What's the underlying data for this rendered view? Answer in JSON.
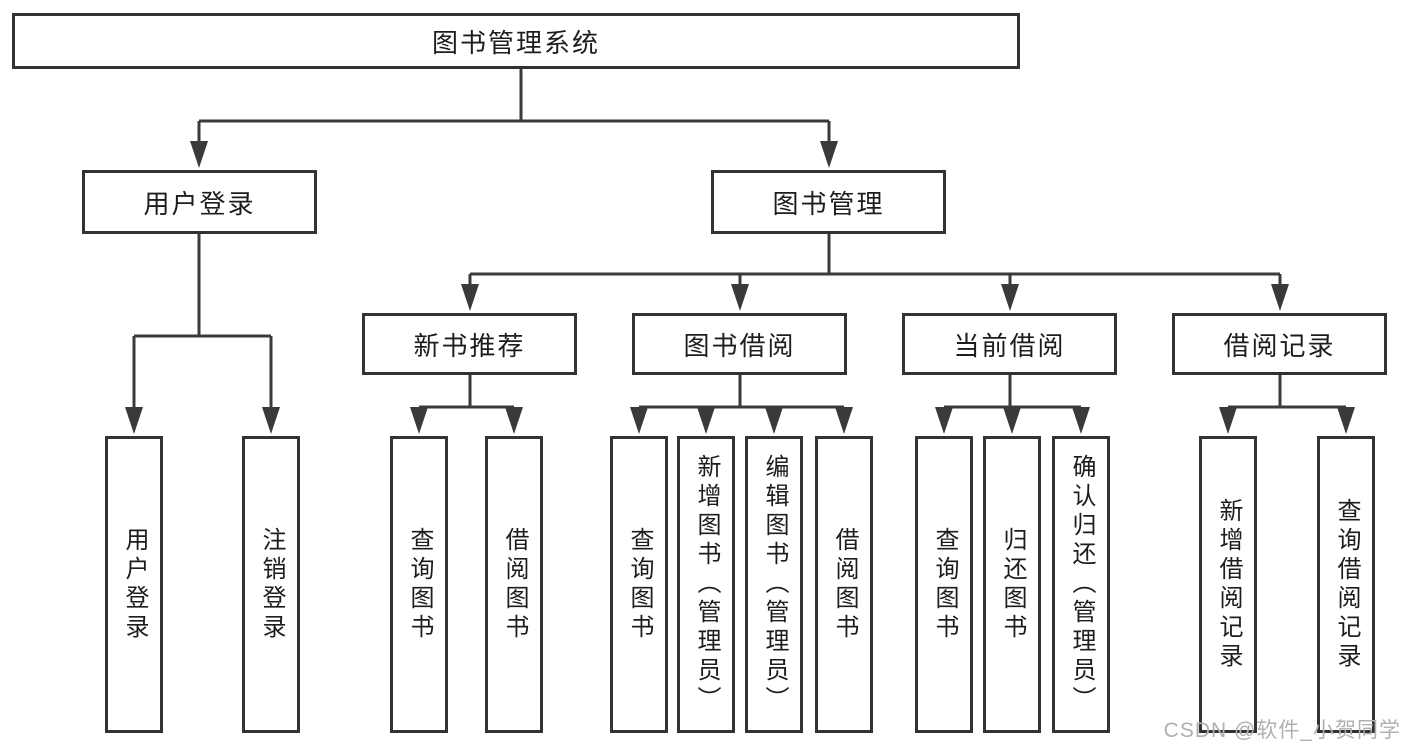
{
  "diagram": {
    "tree": {
      "root": {
        "label": "图书管理系统"
      },
      "children": [
        {
          "label": "用户登录",
          "children": [
            {
              "label": "用户登录"
            },
            {
              "label": "注销登录"
            }
          ]
        },
        {
          "label": "图书管理",
          "children": [
            {
              "label": "新书推荐",
              "children": [
                {
                  "label": "查询图书"
                },
                {
                  "label": "借阅图书"
                }
              ]
            },
            {
              "label": "图书借阅",
              "children": [
                {
                  "label": "查询图书"
                },
                {
                  "label": "新增图书（管理员）"
                },
                {
                  "label": "编辑图书（管理员）"
                },
                {
                  "label": "借阅图书"
                }
              ]
            },
            {
              "label": "当前借阅",
              "children": [
                {
                  "label": "查询图书"
                },
                {
                  "label": "归还图书"
                },
                {
                  "label": "确认归还（管理员）"
                }
              ]
            },
            {
              "label": "借阅记录",
              "children": [
                {
                  "label": "新增借阅记录"
                },
                {
                  "label": "查询借阅记录"
                }
              ]
            }
          ]
        }
      ]
    },
    "colors": {
      "line": "#3a3a3a",
      "box_border": "#323232",
      "text": "#1d1d1f",
      "background": "#ffffff",
      "watermark": "#b0b0b0"
    }
  },
  "watermark": {
    "text": "CSDN @软件_小贺同学"
  }
}
